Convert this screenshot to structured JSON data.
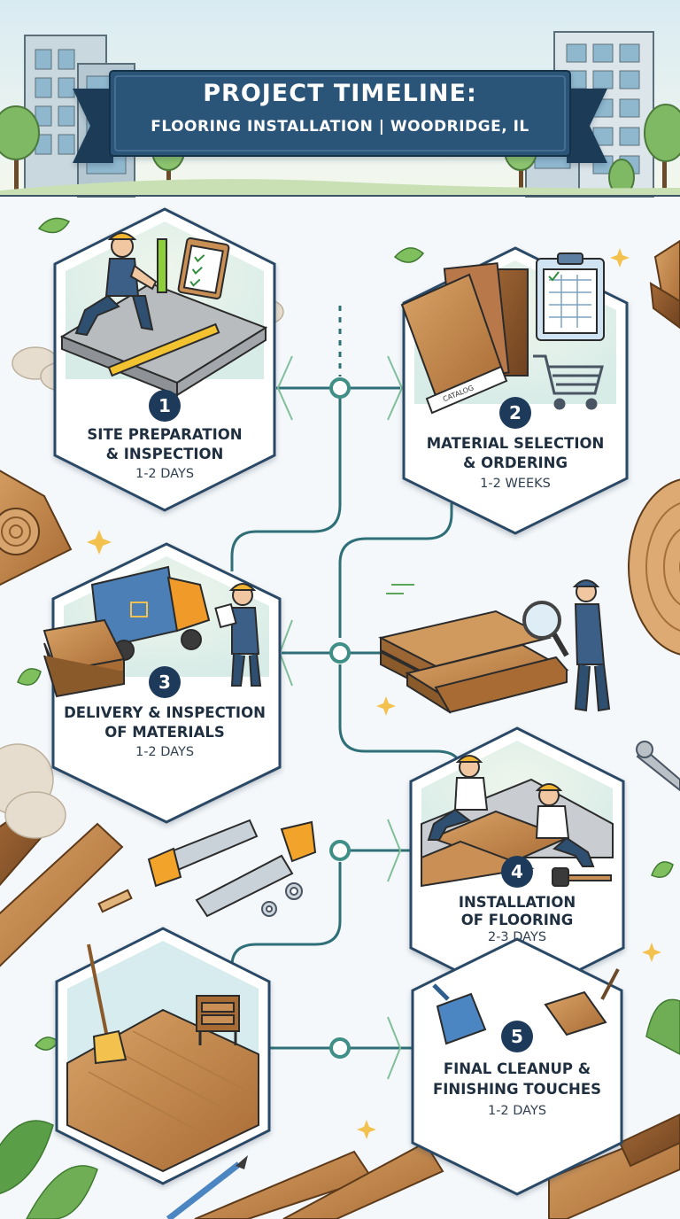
{
  "header": {
    "title": "PROJECT TIMELINE:",
    "subtitle": "FLOORING INSTALLATION | WOODRIDGE, IL"
  },
  "steps": [
    {
      "number": "1",
      "line1": "SITE PREPARATION",
      "line2": "& INSPECTION",
      "duration": "1-2 DAYS"
    },
    {
      "number": "2",
      "line1": "MATERIAL SELECTION",
      "line2": "& ORDERING",
      "duration": "1-2 WEEKS"
    },
    {
      "number": "3",
      "line1": "DELIVERY & INSPECTION",
      "line2": "OF MATERIALS",
      "duration": "1-2 DAYS"
    },
    {
      "number": "4",
      "line1": "INSTALLATION",
      "line2": "OF FLOORING",
      "duration": "2-3 DAYS"
    },
    {
      "number": "5",
      "line1": "FINAL CLEANUP &",
      "line2": "FINISHING TOUCHES",
      "duration": "1-2 DAYS"
    }
  ],
  "labels": {
    "catalog": "CATALOG"
  },
  "colors": {
    "banner": "#2c5478",
    "banner_dark": "#1c3a57",
    "hex_border": "#2a4a66",
    "connector": "#2f6f78",
    "node": "#3f8f86",
    "wood_light": "#c98f55",
    "wood_dark": "#8b5a2b",
    "leaf": "#6fae55"
  },
  "icons": [
    "level-icon",
    "clipboard-icon",
    "cart-icon",
    "truck-icon",
    "magnifier-icon",
    "saw-icon",
    "wrench-icon",
    "broom-icon",
    "dustpan-icon",
    "hammer-icon",
    "leaf-icon",
    "sparkle-icon"
  ]
}
